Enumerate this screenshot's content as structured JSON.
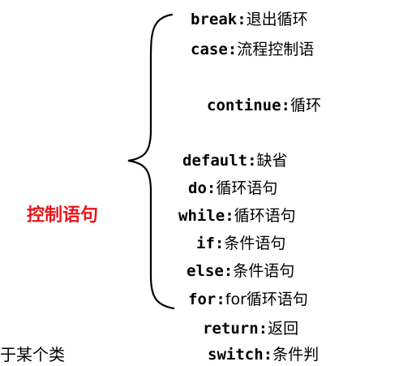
{
  "title": "控制语句",
  "title_color": "#e8171b",
  "footer_left": "于某个类",
  "items": [
    {
      "key": "break",
      "sep": ":",
      "desc": "退出循环"
    },
    {
      "key": "case",
      "sep": ":",
      "desc": "流程控制语"
    },
    {
      "key": "continue",
      "sep": ":",
      "desc": "循环"
    },
    {
      "key": "default",
      "sep": ":",
      "desc": "缺省"
    },
    {
      "key": "do",
      "sep": ":",
      "desc": "循环语句"
    },
    {
      "key": "while",
      "sep": ":",
      "desc": "循环语句"
    },
    {
      "key": "if",
      "sep": ":",
      "desc": "条件语句"
    },
    {
      "key": "else",
      "sep": ":",
      "desc": "条件语句"
    },
    {
      "key": "for",
      "sep": ":",
      "desc": "for循环语句"
    },
    {
      "key": "return",
      "sep": ":",
      "desc": "返回"
    },
    {
      "key": "switch",
      "sep": ":",
      "desc": "条件判"
    }
  ]
}
